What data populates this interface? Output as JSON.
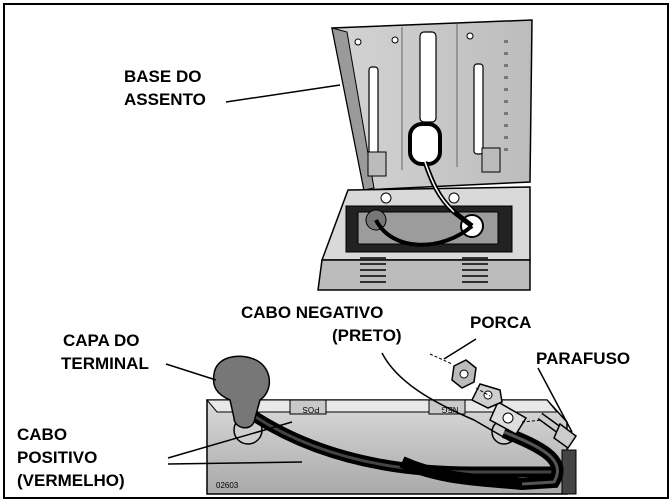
{
  "labels": {
    "seat_base": [
      "BASE DO",
      "ASSENTO"
    ],
    "negative_cable": [
      "CABO NEGATIVO",
      "(PRETO)"
    ],
    "nut": "PORCA",
    "screw": "PARAFUSO",
    "terminal_cap": [
      "CAPA DO",
      "TERMINAL"
    ],
    "positive_cable": [
      "CABO",
      "POSITIVO",
      "(VERMELHO)"
    ],
    "pos_mark": "POS",
    "neg_mark": "NEG",
    "figure_number": "02603"
  }
}
